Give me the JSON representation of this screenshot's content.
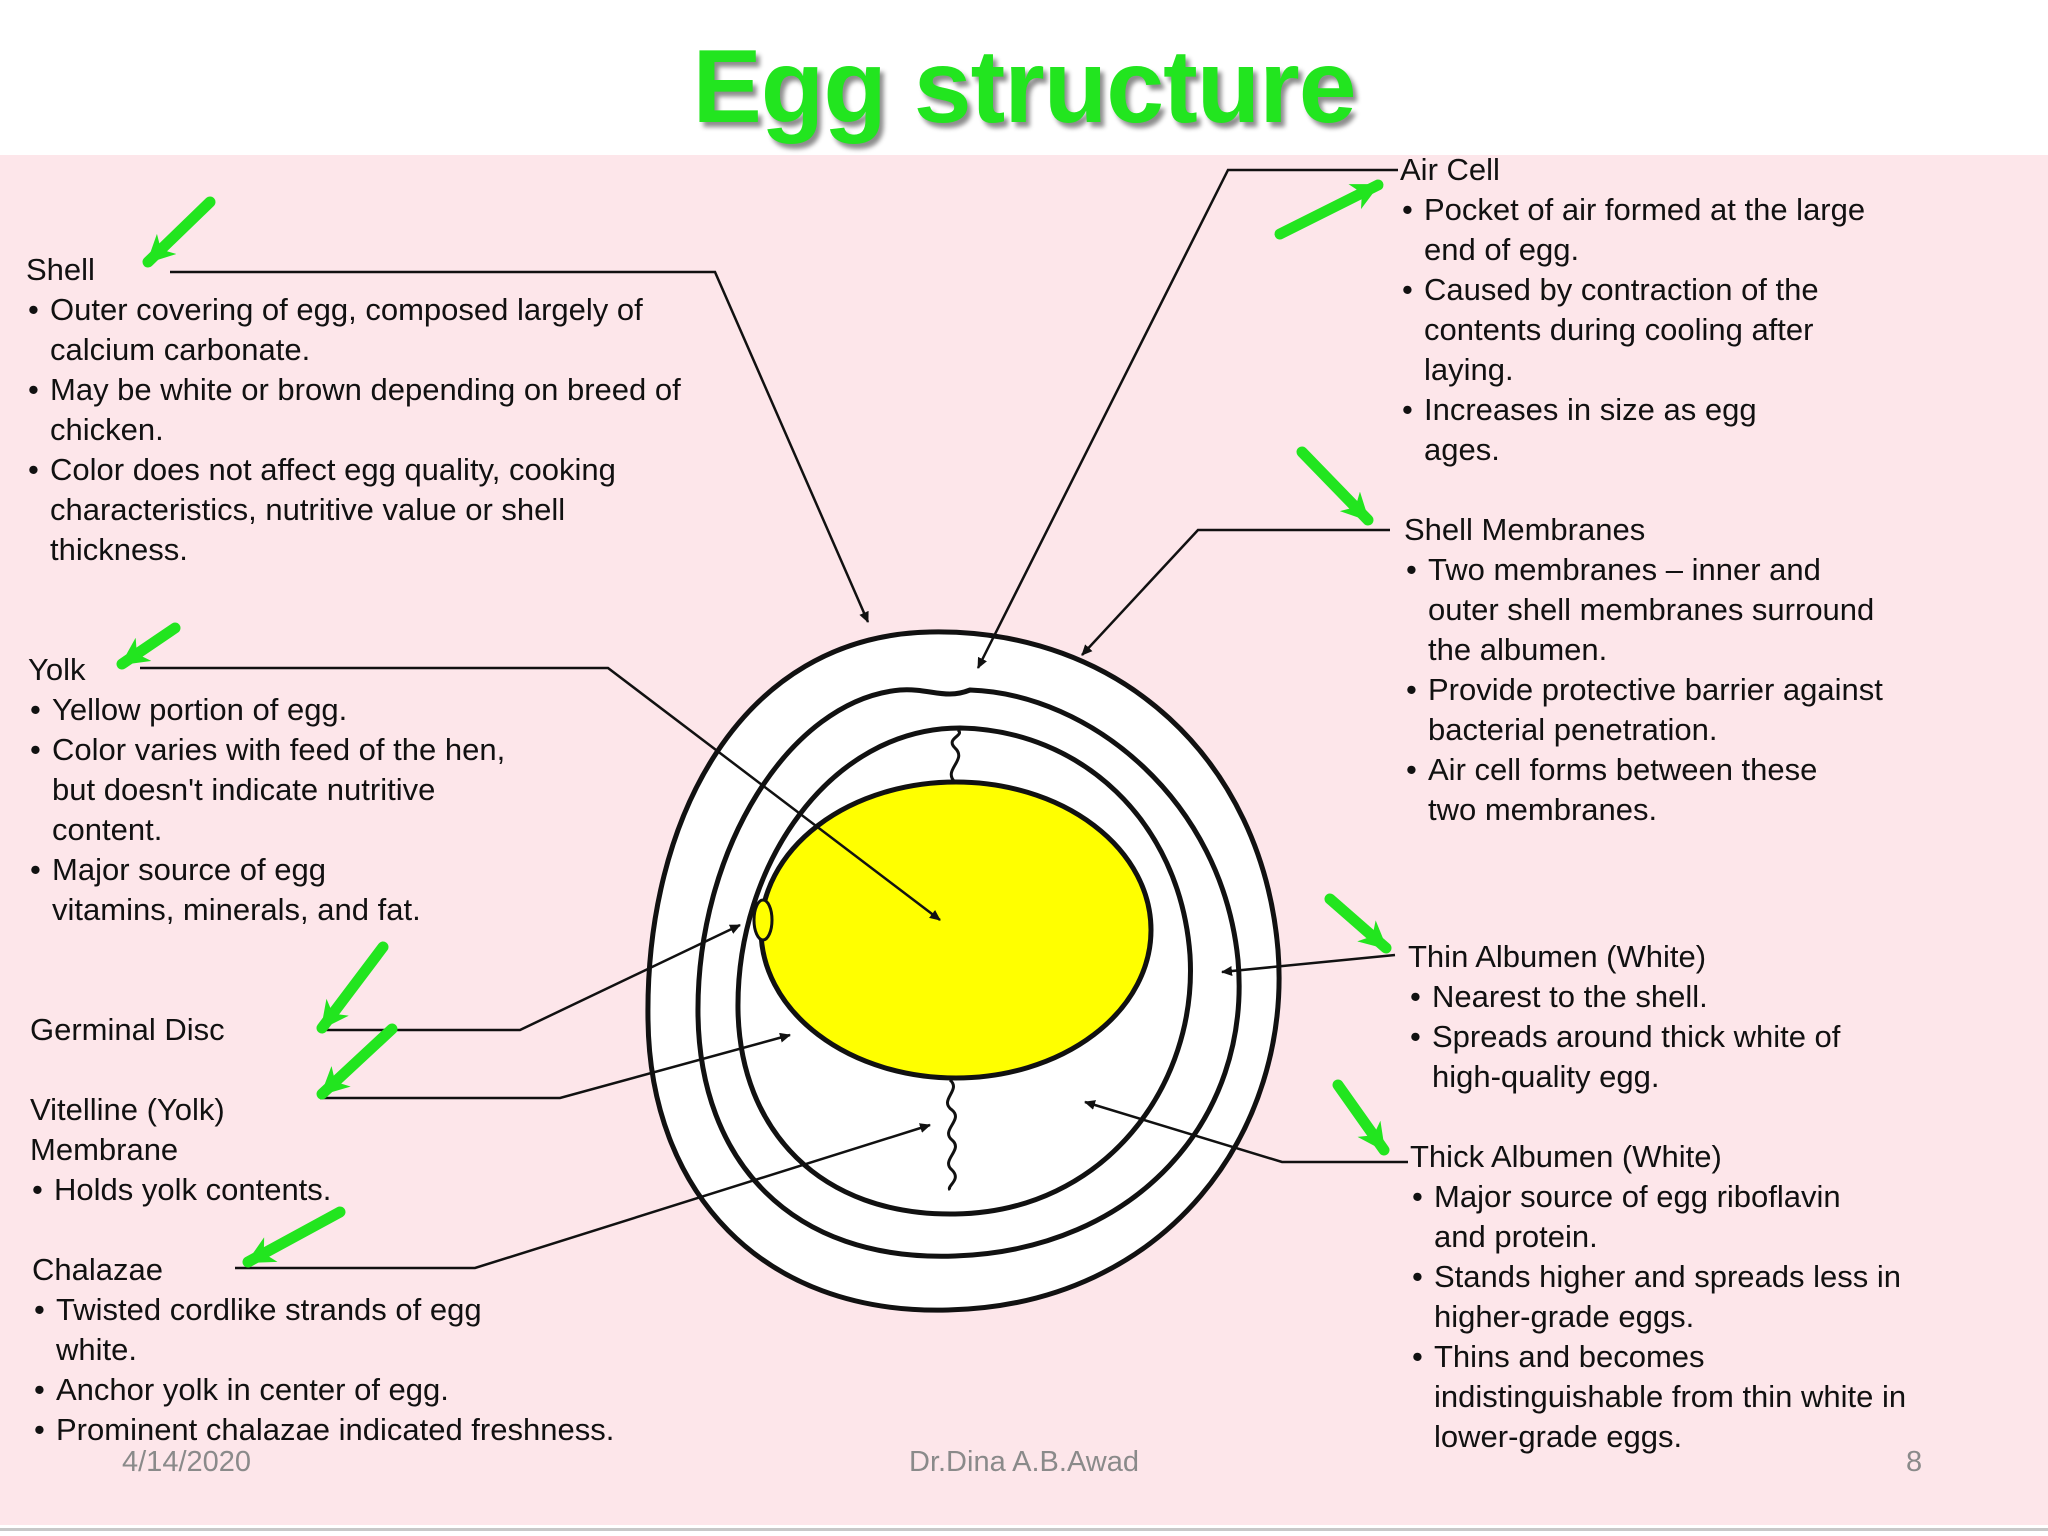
{
  "title": "Egg structure",
  "colors": {
    "title": "#22e51f",
    "arrow": "#22e51f",
    "yolk": "#ffff00",
    "panel": "#fde6ea"
  },
  "labels": {
    "shell": {
      "title": "Shell",
      "bullets": [
        "Outer covering of egg, composed largely of calcium carbonate.",
        "May be white or brown depending on breed of chicken.",
        "Color does not affect egg quality, cooking characteristics, nutritive value or shell thickness."
      ]
    },
    "yolk": {
      "title": "Yolk",
      "bullets": [
        "Yellow portion of egg.",
        "Color varies with feed of the hen, but doesn't indicate nutritive content.",
        "Major source of egg vitamins, minerals, and fat."
      ]
    },
    "germinal_disc": {
      "title": "Germinal Disc"
    },
    "vitelline": {
      "title": "Vitelline (Yolk) Membrane",
      "bullets": [
        "Holds yolk contents."
      ]
    },
    "chalazae": {
      "title": "Chalazae",
      "bullets": [
        "Twisted cordlike strands of egg white.",
        "Anchor yolk in center of egg.",
        "Prominent chalazae indicated freshness."
      ]
    },
    "air_cell": {
      "title": "Air Cell",
      "bullets": [
        "Pocket of air formed at the large end of egg.",
        "Caused by contraction of the contents during cooling after laying.",
        "Increases in size as egg ages."
      ]
    },
    "shell_membranes": {
      "title": "Shell Membranes",
      "bullets": [
        "Two membranes – inner and outer shell membranes surround the albumen.",
        "Provide protective barrier against bacterial penetration.",
        "Air cell forms between these two membranes."
      ]
    },
    "thin_albumen": {
      "title": "Thin Albumen (White)",
      "bullets": [
        "Nearest to the shell.",
        "Spreads around thick white of high-quality egg."
      ]
    },
    "thick_albumen": {
      "title": "Thick Albumen (White)",
      "bullets": [
        "Major source of egg riboflavin and protein.",
        "Stands higher and spreads less in higher-grade eggs.",
        "Thins and becomes indistinguishable from thin white in lower-grade eggs."
      ]
    }
  },
  "footer": {
    "date": "4/14/2020",
    "author": "Dr.Dina A.B.Awad",
    "page": "8"
  }
}
